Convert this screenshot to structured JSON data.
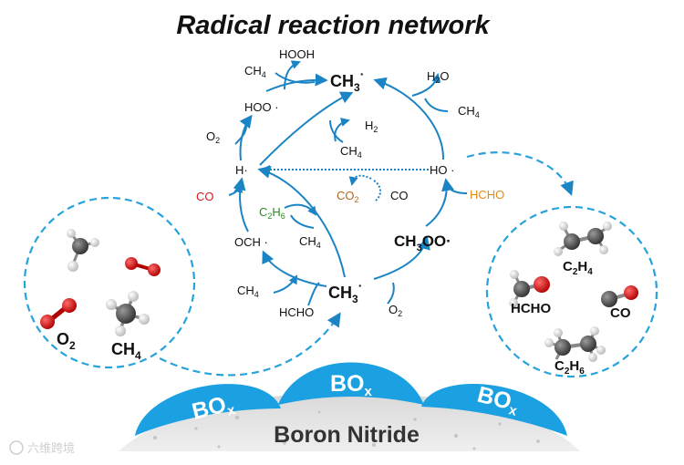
{
  "title": "Radical reaction network",
  "surface": {
    "label": "Boron Nitride",
    "domes": [
      "BO",
      "BO",
      "BO"
    ],
    "dome_sub": "x"
  },
  "network": {
    "ch3_top": "CH3·",
    "ch3_bottom": "CH3·",
    "h_radical": "H",
    "ho_radical": "HO",
    "hoo_radical": "HOO",
    "och_radical": "OCH",
    "ch3oo_radical": "CH3OO·",
    "side": {
      "hooh": "HOOH",
      "ch4_a": "CH4",
      "h2o": "H2O",
      "ch4_b": "CH4",
      "h2": "H2",
      "ch4_c": "CH4",
      "o2_a": "O2",
      "co_a": "CO",
      "co2": "CO2",
      "co_b": "CO",
      "hcho_a": "HCHO",
      "c2h6": "C2H6",
      "ch4_d": "CH4",
      "ch4_e": "CH4",
      "hcho_b": "HCHO",
      "o2_b": "O2"
    }
  },
  "reactants": {
    "o2": "O2",
    "ch4": "CH4"
  },
  "products": {
    "c2h4": "C2H4",
    "hcho": "HCHO",
    "co": "CO",
    "c2h6": "C2H6"
  },
  "watermark": "六维跨境",
  "colors": {
    "arrow_blue": "#1b84c4",
    "dash_blue": "#26a2dc",
    "dome_blue": "#1ba0e2",
    "red": "#d7191c",
    "green": "#2e8b23",
    "orange": "#e58a12",
    "brown": "#b5651d"
  }
}
